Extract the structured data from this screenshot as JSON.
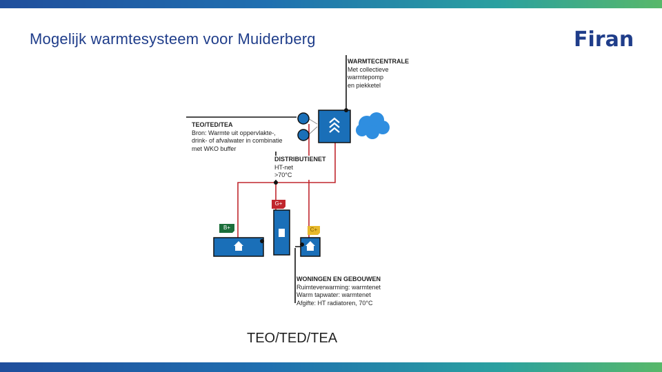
{
  "slide": {
    "title": "Mogelijk warmtesysteem voor Muiderberg",
    "caption": "TEO/TED/TEA"
  },
  "logo": {
    "text": "Firan",
    "name": "firan-logo"
  },
  "diagram": {
    "central": {
      "heading": "WARMTECENTRALE",
      "lines": [
        "Met collectieve",
        "warmtepomp",
        "en piekketel"
      ]
    },
    "source": {
      "heading": "TEO/TED/TEA",
      "lines": [
        "Bron: Warmte uit oppervlakte-,",
        "drink- of afvalwater in combinatie",
        "met WKO buffer"
      ]
    },
    "network": {
      "heading": "DISTRIBUTIENET",
      "lines": [
        "HT-net",
        ">70°C"
      ]
    },
    "buildings": {
      "heading": "WONINGEN EN GEBOUWEN",
      "lines": [
        "Ruimteverwarming: warmtenet",
        "Warm tapwater: warmtenet",
        "Afgifte: HT radiatoren, 70°C"
      ]
    },
    "badges": {
      "left": "B+",
      "center": "G+",
      "right": "C+"
    },
    "colors": {
      "pipe_red": "#c0262d",
      "block_blue": "#1a6fb8",
      "line_black": "#111111",
      "cloud": "#2f8ee0"
    }
  }
}
